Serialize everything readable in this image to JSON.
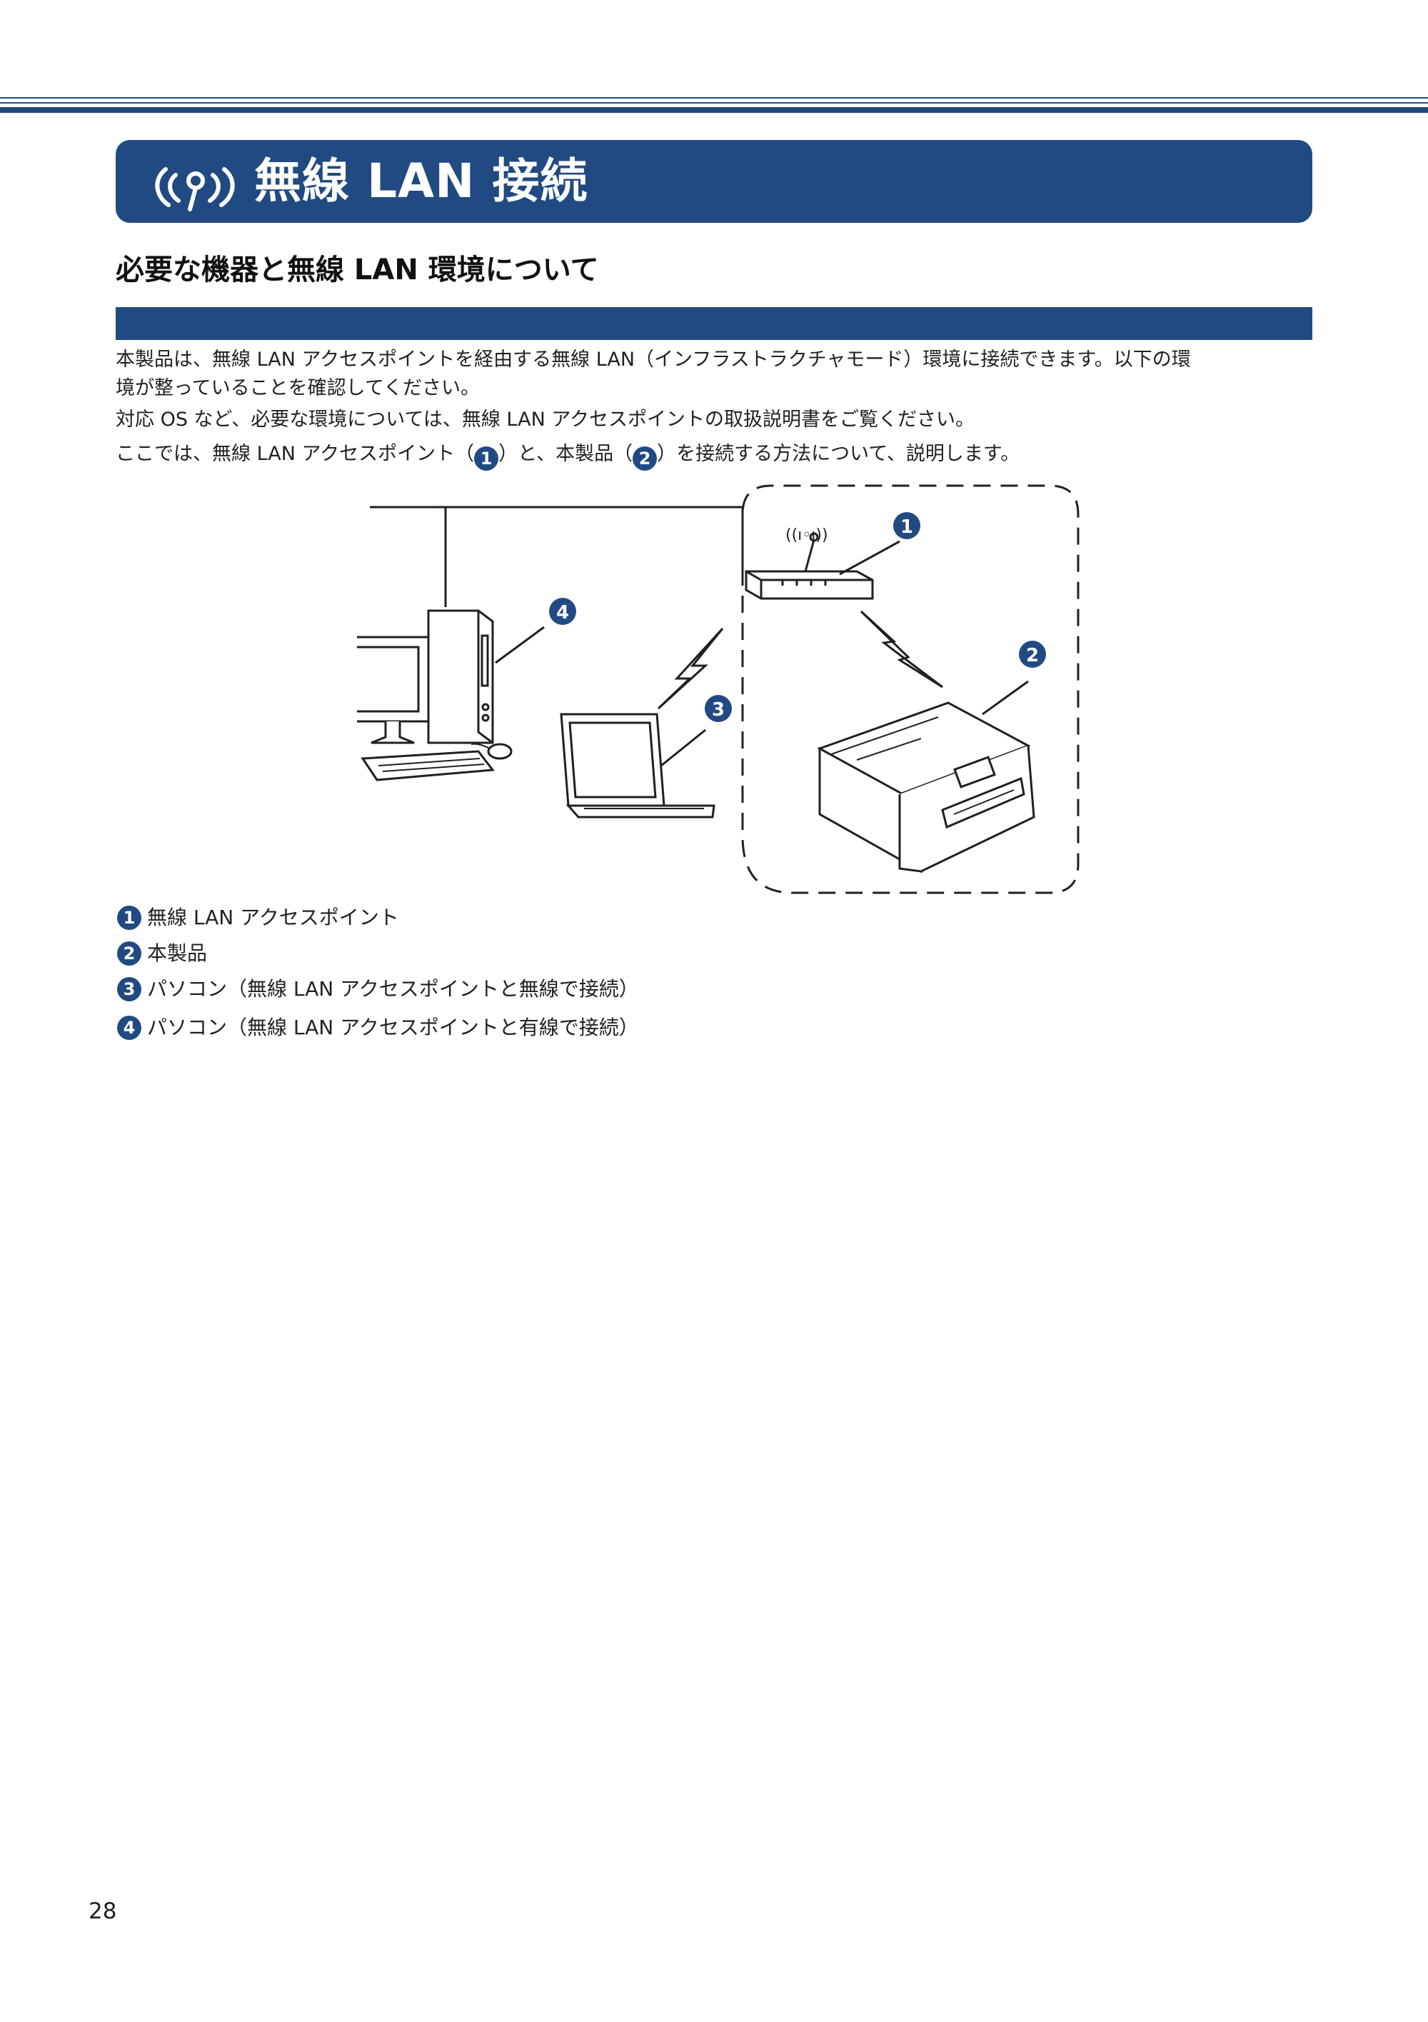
{
  "header": {
    "title": "無線 LAN 接続",
    "icon": "wireless-lan-icon"
  },
  "section": {
    "title": "必要な機器と無線 LAN 環境について"
  },
  "paragraphs": {
    "p1_line1": "本製品は、無線 LAN アクセスポイントを経由する無線 LAN（インフラストラクチャモード）環境に接続できます。以下の環",
    "p1_line2": "境が整っていることを確認してください。",
    "p2": "対応 OS など、必要な環境については、無線 LAN アクセスポイントの取扱説明書をご覧ください。",
    "p3_a": "ここでは、無線 LAN アクセスポイント（",
    "p3_n1": "1",
    "p3_b": "）と、本製品（",
    "p3_n2": "2",
    "p3_c": "）を接続する方法について、説明します。"
  },
  "diagram": {
    "callouts": [
      "1",
      "2",
      "3",
      "4"
    ],
    "ap_signal_text": "((ı◦ı))"
  },
  "legend": [
    {
      "num": "1",
      "label": "無線 LAN アクセスポイント"
    },
    {
      "num": "2",
      "label": "本製品"
    },
    {
      "num": "3",
      "label": "パソコン（無線 LAN アクセスポイントと無線で接続）"
    },
    {
      "num": "4",
      "label": "パソコン（無線 LAN アクセスポイントと有線で接続）"
    }
  ],
  "page_number": "28",
  "colors": {
    "accent": "#224a82",
    "text": "#231f20"
  }
}
